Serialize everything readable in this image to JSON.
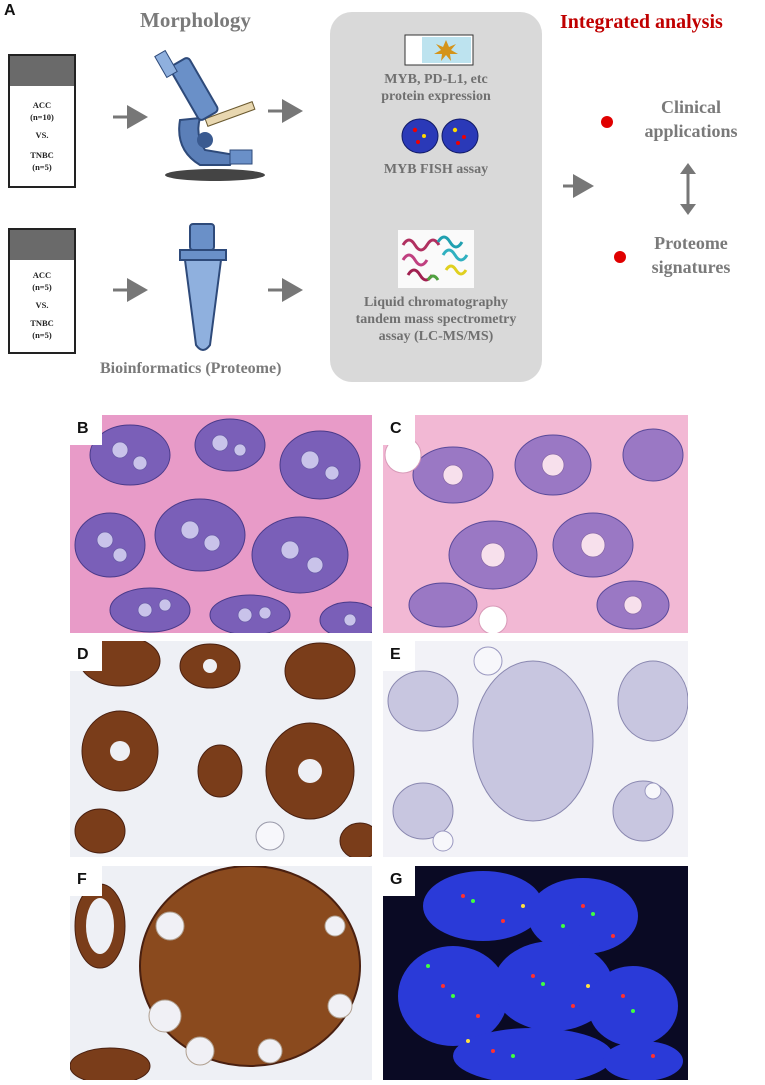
{
  "figure": {
    "panel_a": {
      "letter": "A",
      "morphology_title": "Morphology",
      "integrated_title": "Integrated analysis",
      "tube1": {
        "line1": "ACC",
        "line2": "(n=10)",
        "line3": "VS.",
        "line4": "TNBC",
        "line5": "(n=5)"
      },
      "tube2": {
        "line1": "ACC",
        "line2": "(n=5)",
        "line3": "VS.",
        "line4": "TNBC",
        "line5": "(n=5)"
      },
      "box_protein_line1": "MYB, PD-L1, etc",
      "box_protein_line2": "protein expression",
      "box_fish": "MYB FISH assay",
      "box_lcms_line1": "Liquid chromatography",
      "box_lcms_line2": "tandem mass spectrometry",
      "box_lcms_line3": "assay (LC-MS/MS)",
      "bioinformatics_label": "Bioinformatics (Proteome)",
      "clinical_line1": "Clinical",
      "clinical_line2": "applications",
      "proteome_line1": "Proteome",
      "proteome_line2": "signatures",
      "accent_red": "#c00000",
      "dot_red": "#e00000"
    },
    "panels": [
      {
        "letter": "B"
      },
      {
        "letter": "C"
      },
      {
        "letter": "D"
      },
      {
        "letter": "E"
      },
      {
        "letter": "F"
      },
      {
        "letter": "G"
      }
    ]
  }
}
